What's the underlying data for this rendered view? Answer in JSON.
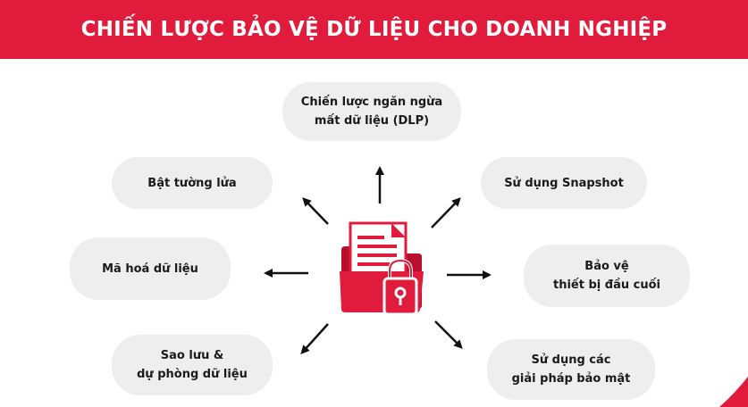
{
  "header": {
    "title": "CHIẾN LƯỢC BẢO VỆ DỮ LIỆU CHO DOANH NGHIỆP"
  },
  "nodes": {
    "dlp": {
      "line1": "Chiến lược ngăn ngừa",
      "line2": "mất dữ liệu (DLP)"
    },
    "firewall": {
      "line1": "Bật tường lửa"
    },
    "snapshot": {
      "line1": "Sử dụng Snapshot"
    },
    "encryption": {
      "line1": "Mã hoá dữ liệu"
    },
    "endpoint": {
      "line1": "Bảo vệ",
      "line2": "thiết bị đầu cuối"
    },
    "backup": {
      "line1": "Sao lưu &",
      "line2": "dự phòng dữ liệu"
    },
    "security": {
      "line1": "Sử dụng các",
      "line2": "giải pháp bảo mật"
    }
  },
  "icons": {
    "center": "folder-document-lock-icon",
    "arrow": "arrow-icon"
  },
  "colors": {
    "brand": "#e11b3b",
    "pill_bg": "#eeeeee",
    "text": "#1a1a1a"
  }
}
